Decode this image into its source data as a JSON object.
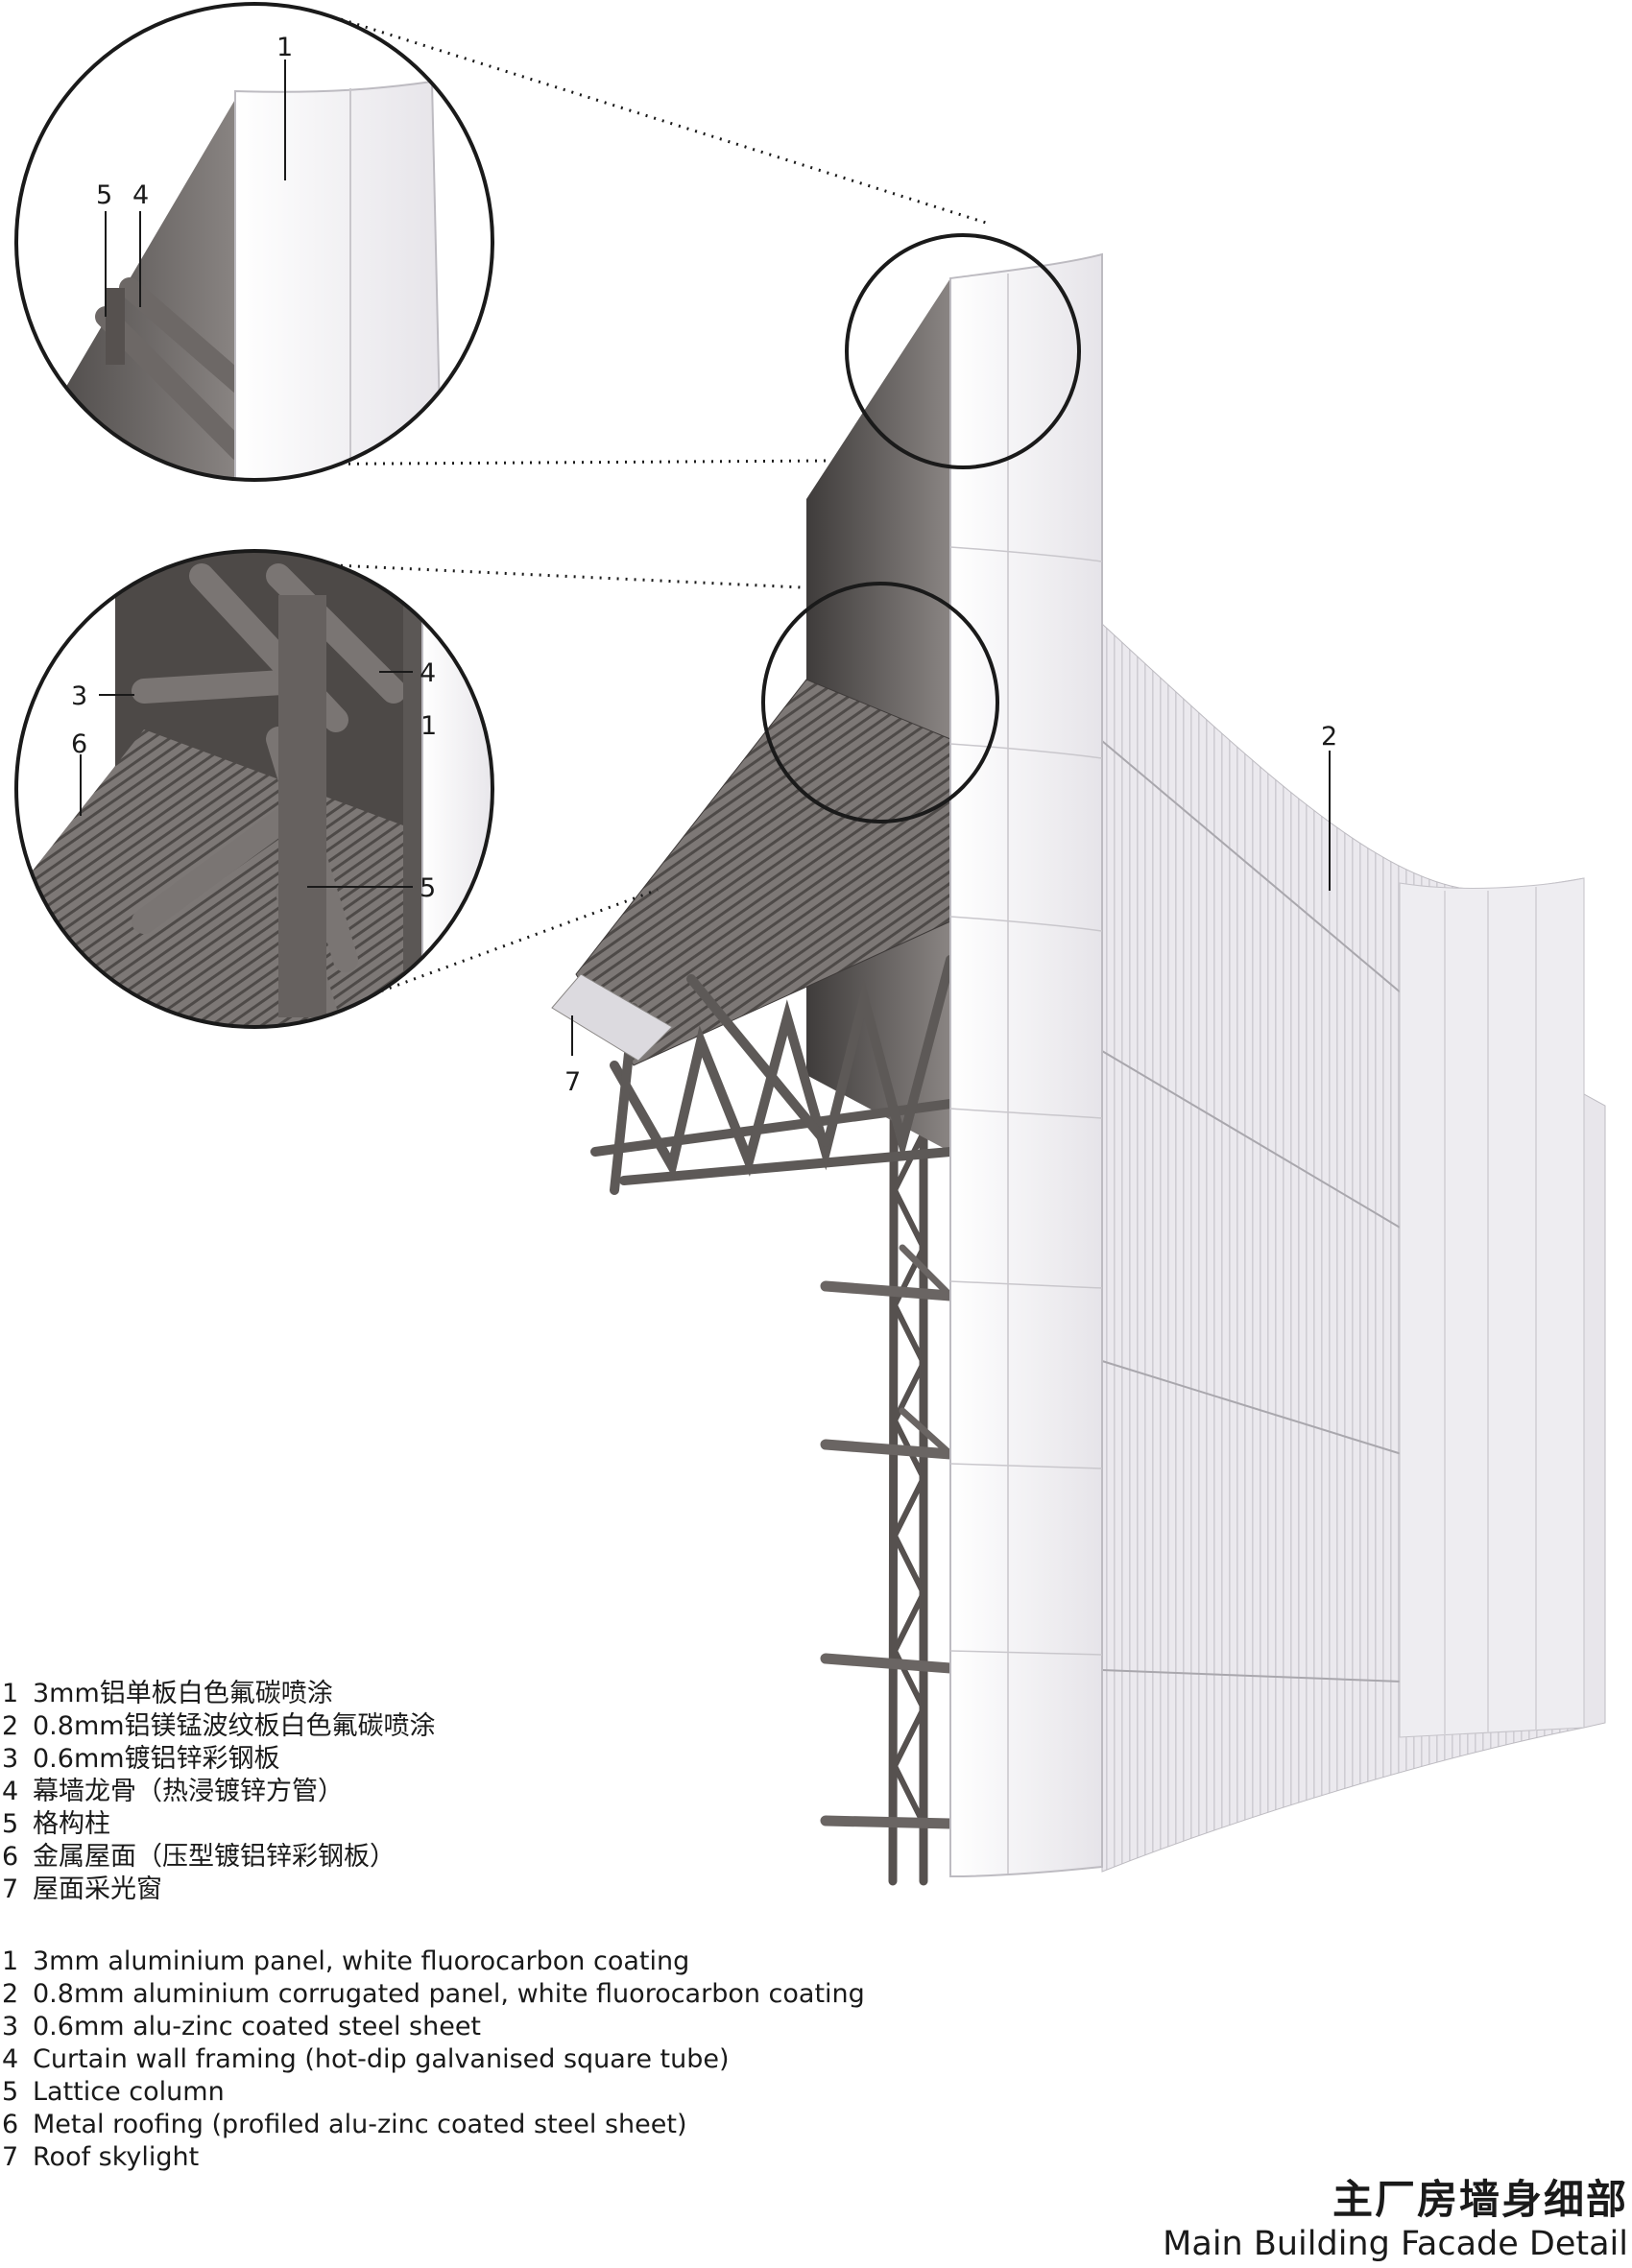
{
  "callouts": {
    "top_zoom": {
      "c1": "1",
      "c5": "5",
      "c4": "4"
    },
    "mid_zoom": {
      "c3": "3",
      "c4": "4",
      "c1": "1",
      "c6": "6",
      "c5": "5"
    },
    "main": {
      "c2": "2",
      "c7": "7"
    }
  },
  "legend_cn": [
    {
      "num": "1",
      "text": "3mm铝单板白色氟碳喷涂"
    },
    {
      "num": "2",
      "text": "0.8mm铝镁锰波纹板白色氟碳喷涂"
    },
    {
      "num": "3",
      "text": "0.6mm镀铝锌彩钢板"
    },
    {
      "num": "4",
      "text": "幕墙龙骨（热浸镀锌方管）"
    },
    {
      "num": "5",
      "text": "格构柱"
    },
    {
      "num": "6",
      "text": "金属屋面（压型镀铝锌彩钢板）"
    },
    {
      "num": "7",
      "text": "屋面采光窗"
    }
  ],
  "legend_en": [
    {
      "num": "1",
      "text": "3mm aluminium panel, white fluorocarbon coating"
    },
    {
      "num": "2",
      "text": "0.8mm aluminium corrugated panel, white fluorocarbon coating"
    },
    {
      "num": "3",
      "text": "0.6mm alu-zinc coated steel sheet"
    },
    {
      "num": "4",
      "text": "Curtain wall framing (hot-dip galvanised square tube)"
    },
    {
      "num": "5",
      "text": "Lattice column"
    },
    {
      "num": "6",
      "text": "Metal roofing (profiled alu-zinc coated steel sheet)"
    },
    {
      "num": "7",
      "text": "Roof skylight"
    }
  ],
  "title": {
    "cn": "主厂房墙身细部",
    "en": "Main Building Facade Detail"
  },
  "colors": {
    "steel": "#6f6a68",
    "steel_dark": "#4a4644",
    "panel": "#f3f2f5",
    "panel_edge": "#c9c7cc",
    "outline": "#1a1a1a"
  }
}
